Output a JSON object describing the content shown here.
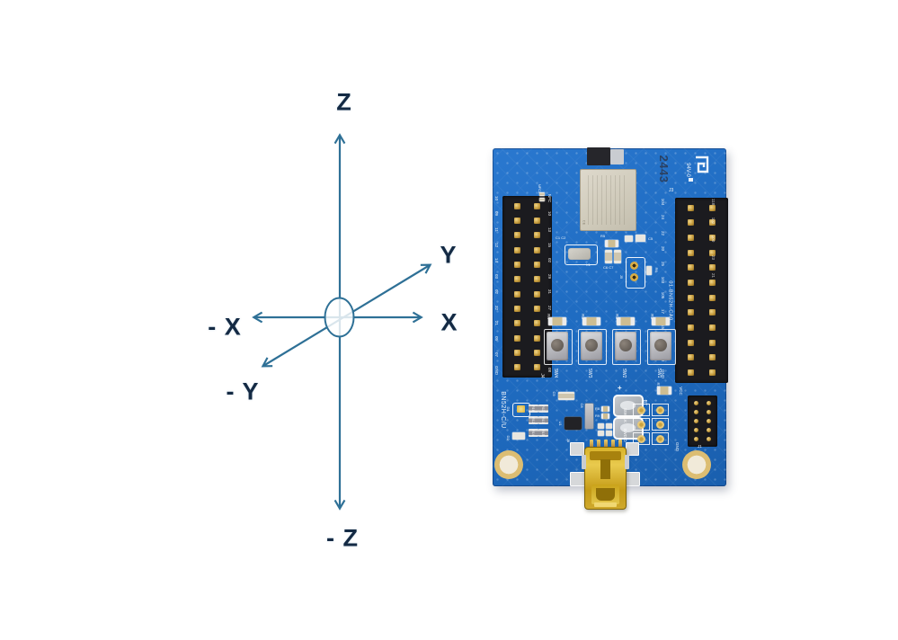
{
  "axes": {
    "labels": {
      "z": "Z",
      "y": "Y",
      "x": "X",
      "neg_x": "- X",
      "neg_y": "- Y",
      "neg_z": "- Z"
    },
    "line_color": "#2e7096",
    "label_color": "#142a44"
  },
  "pcb": {
    "board_color": "#1f6cc2",
    "silkscreen_color": "#ffffff",
    "board_name": "BN52H-C/U",
    "part_number": "01-BN52H-CA0",
    "date_code": "2443",
    "flammability_rating": "94V-0",
    "module_mark_ce": "CE",
    "left_header": {
      "designator": "J4",
      "labels_left": [
        "10",
        "09",
        "11",
        "12",
        "14",
        "03",
        "02",
        "32",
        "21",
        "05",
        "07",
        "GND"
      ],
      "labels_right": [
        "NFC",
        "10",
        "13",
        "15",
        "02",
        "29",
        "31",
        "27",
        "11",
        "04",
        "06",
        "08"
      ]
    },
    "right_header": {
      "designator": "J3",
      "labels_left": [
        "104",
        "24",
        "22",
        "20",
        "25",
        "103",
        "105",
        "17",
        "15",
        "13",
        "028",
        "GND"
      ],
      "labels_right": [
        "118",
        "102",
        "100",
        "23",
        "21",
        "",
        "",
        "",
        "",
        "",
        "",
        ""
      ]
    },
    "buttons": [
      {
        "resistor": "R4",
        "switch": "SW4"
      },
      {
        "resistor": "R3",
        "switch": "SW3"
      },
      {
        "resistor": "R2",
        "switch": "SW2"
      },
      {
        "resistor": "R1",
        "switch": "SW1"
      }
    ],
    "r_cluster": [
      "R10",
      "R11",
      "R12",
      "R13",
      "R14",
      "R15"
    ],
    "small_parts": {
      "nfc": "NFC2",
      "c1c2": "C1 C2",
      "x1": "X1",
      "r5": "R5",
      "c6c7": "C6 C7",
      "c5": "C5",
      "j5": "J5",
      "r6": "R6",
      "c9": "C9",
      "c8": "C8",
      "u1": "U1",
      "r8": "R8",
      "r9": "R9",
      "d1": "D1",
      "d2": "D2",
      "j8": "J8",
      "r7": "R7"
    },
    "swd": {
      "vcc": "VCC",
      "gnd": "GND",
      "swclk": "SWCLK",
      "swdio": "SWDIO",
      "j2": "J2",
      "j1": "J1",
      "bt": "BT",
      "plus": "+"
    }
  }
}
